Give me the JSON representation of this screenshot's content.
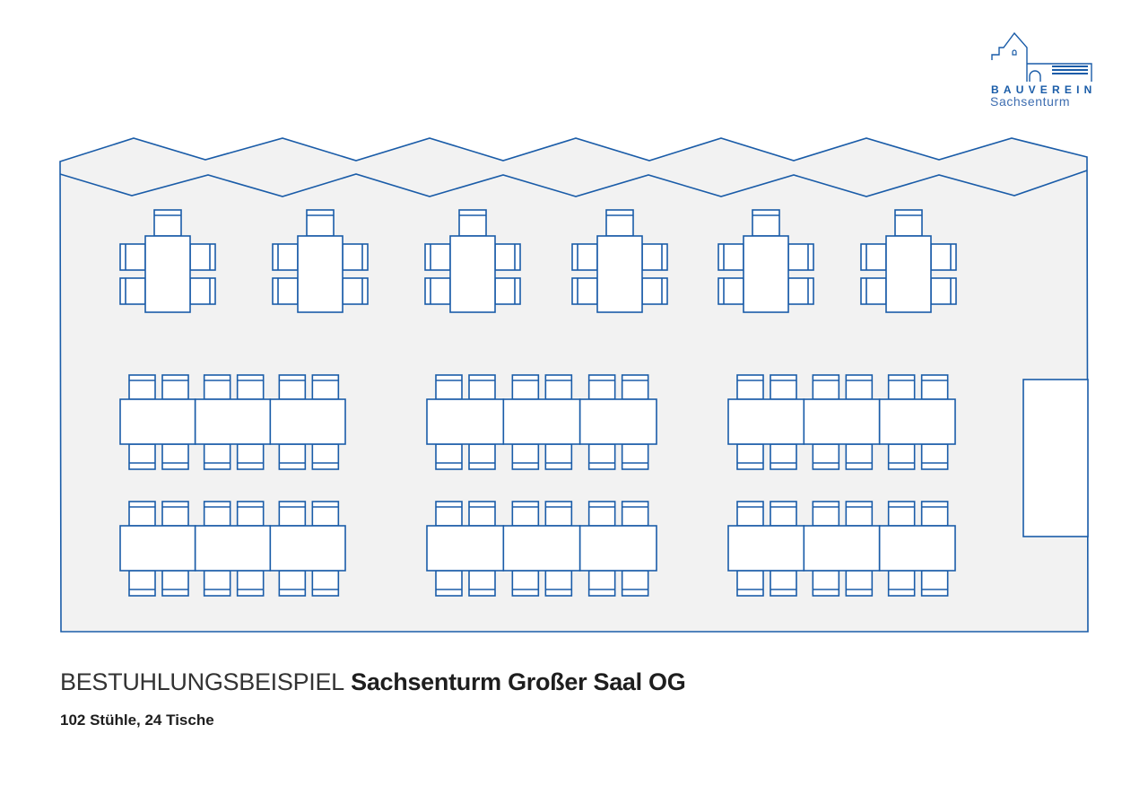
{
  "logo": {
    "line1": "BAUVEREIN",
    "line2": "Sachsenturm"
  },
  "title": {
    "prefix": "BESTUHLUNGSBEISPIEL",
    "name": "Sachsenturm Großer Saal OG"
  },
  "subtitle": "102 Stühle, 24 Tische",
  "colors": {
    "line": "#1a5ca8",
    "floor": "#f2f2f2"
  }
}
